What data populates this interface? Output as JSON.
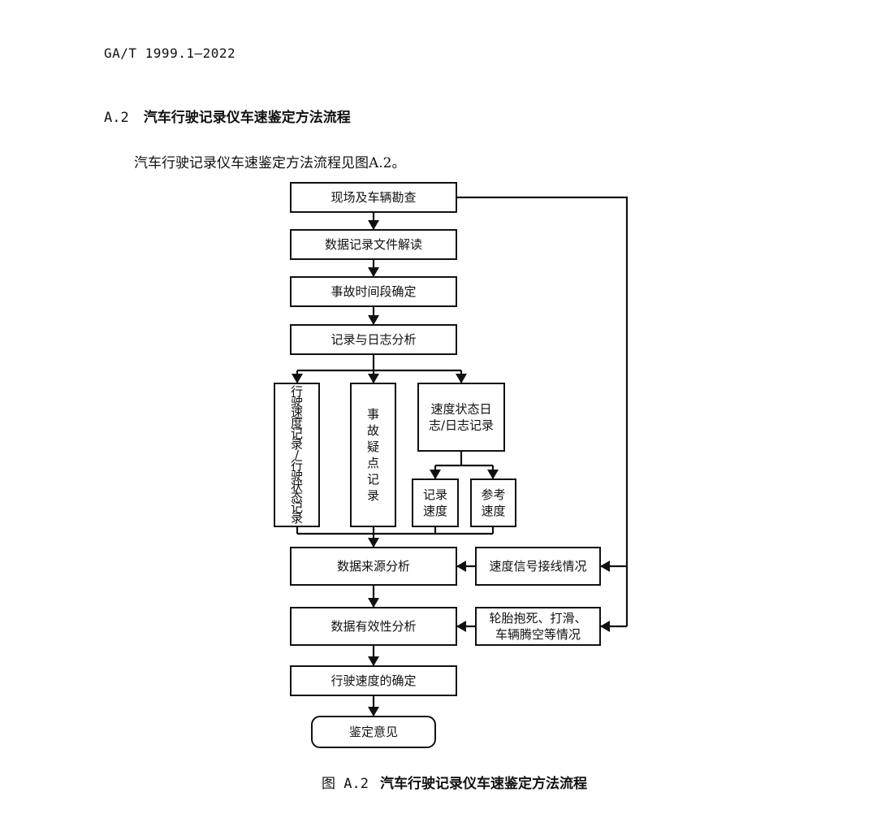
{
  "header": {
    "doc_code": "GA/T 1999.1—2022"
  },
  "section": {
    "number": "A.2",
    "title": "汽车行驶记录仪车速鉴定方法流程"
  },
  "intro": {
    "text": "汽车行驶记录仪车速鉴定方法流程见图A.2。"
  },
  "flowchart": {
    "nodes": {
      "site": {
        "lines": [
          "现场及车辆勘查"
        ]
      },
      "decode": {
        "lines": [
          "数据记录文件解读"
        ]
      },
      "period": {
        "lines": [
          "事故时间段确定"
        ]
      },
      "logAnalysis": {
        "lines": [
          "记录与日志分析"
        ]
      },
      "driveSpeed": {
        "lines": [
          "行",
          "驶",
          "速",
          "度",
          "记",
          "录",
          "/",
          "行",
          "驶",
          "状",
          "态",
          "记",
          "录"
        ]
      },
      "suspect": {
        "lines": [
          "事",
          "故",
          "疑",
          "点",
          "记",
          "录"
        ]
      },
      "speedLog": {
        "lines": [
          "速度状态日",
          "志/日志记录"
        ]
      },
      "recSpeed": {
        "lines": [
          "记录",
          "速度"
        ]
      },
      "refSpeed": {
        "lines": [
          "参考",
          "速度"
        ]
      },
      "source": {
        "lines": [
          "数据来源分析"
        ]
      },
      "wiring": {
        "lines": [
          "速度信号接线情况"
        ]
      },
      "validity": {
        "lines": [
          "数据有效性分析"
        ]
      },
      "tire": {
        "lines": [
          "轮胎抱死、打滑、",
          "车辆腾空等情况"
        ]
      },
      "determine": {
        "lines": [
          "行驶速度的确定"
        ]
      },
      "opinion": {
        "lines": [
          "鉴定意见"
        ]
      }
    }
  },
  "caption": {
    "number": "图 A.2",
    "title": "汽车行驶记录仪车速鉴定方法流程"
  }
}
